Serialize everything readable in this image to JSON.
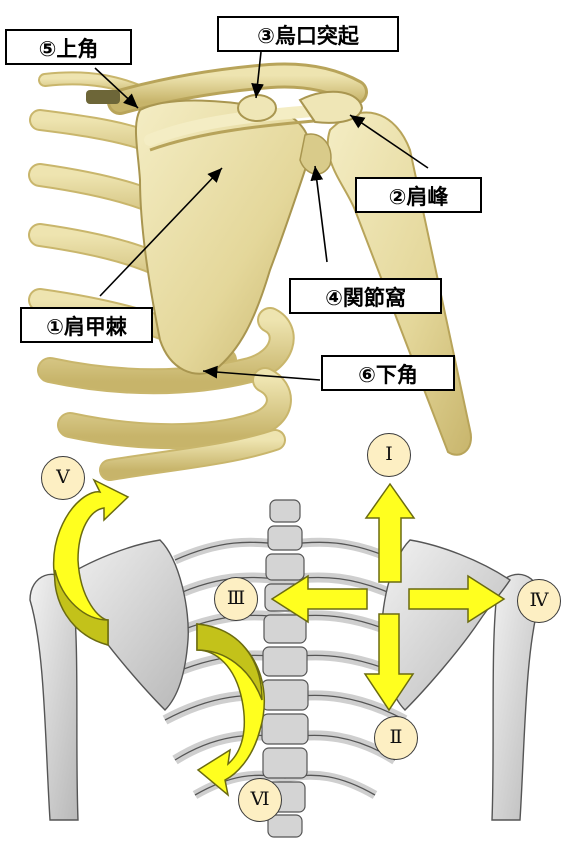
{
  "labels": {
    "superior_angle": "⑤上角",
    "coracoid_process": "③烏口突起",
    "acromion": "②肩峰",
    "glenoid_cavity": "④関節窩",
    "scapular_spine": "①肩甲棘",
    "inferior_angle": "⑥下角"
  },
  "movements": {
    "up": "Ⅰ",
    "down": "Ⅱ",
    "left": "Ⅲ",
    "right": "Ⅳ",
    "rotate_upper": "Ⅴ",
    "rotate_lower": "Ⅵ"
  },
  "colors": {
    "bone": "#e9dfa6",
    "bone_shade": "#c9b66c",
    "bone_outline": "#8b7a3c",
    "arrow_fill": "#ffff1f",
    "arrow_stroke": "#6b6b10",
    "rot_arrow_dark": "#c3c21a",
    "badge_fill": "#fdefc3",
    "skeleton_gray": "#d8d8d8",
    "skeleton_line": "#555555"
  }
}
